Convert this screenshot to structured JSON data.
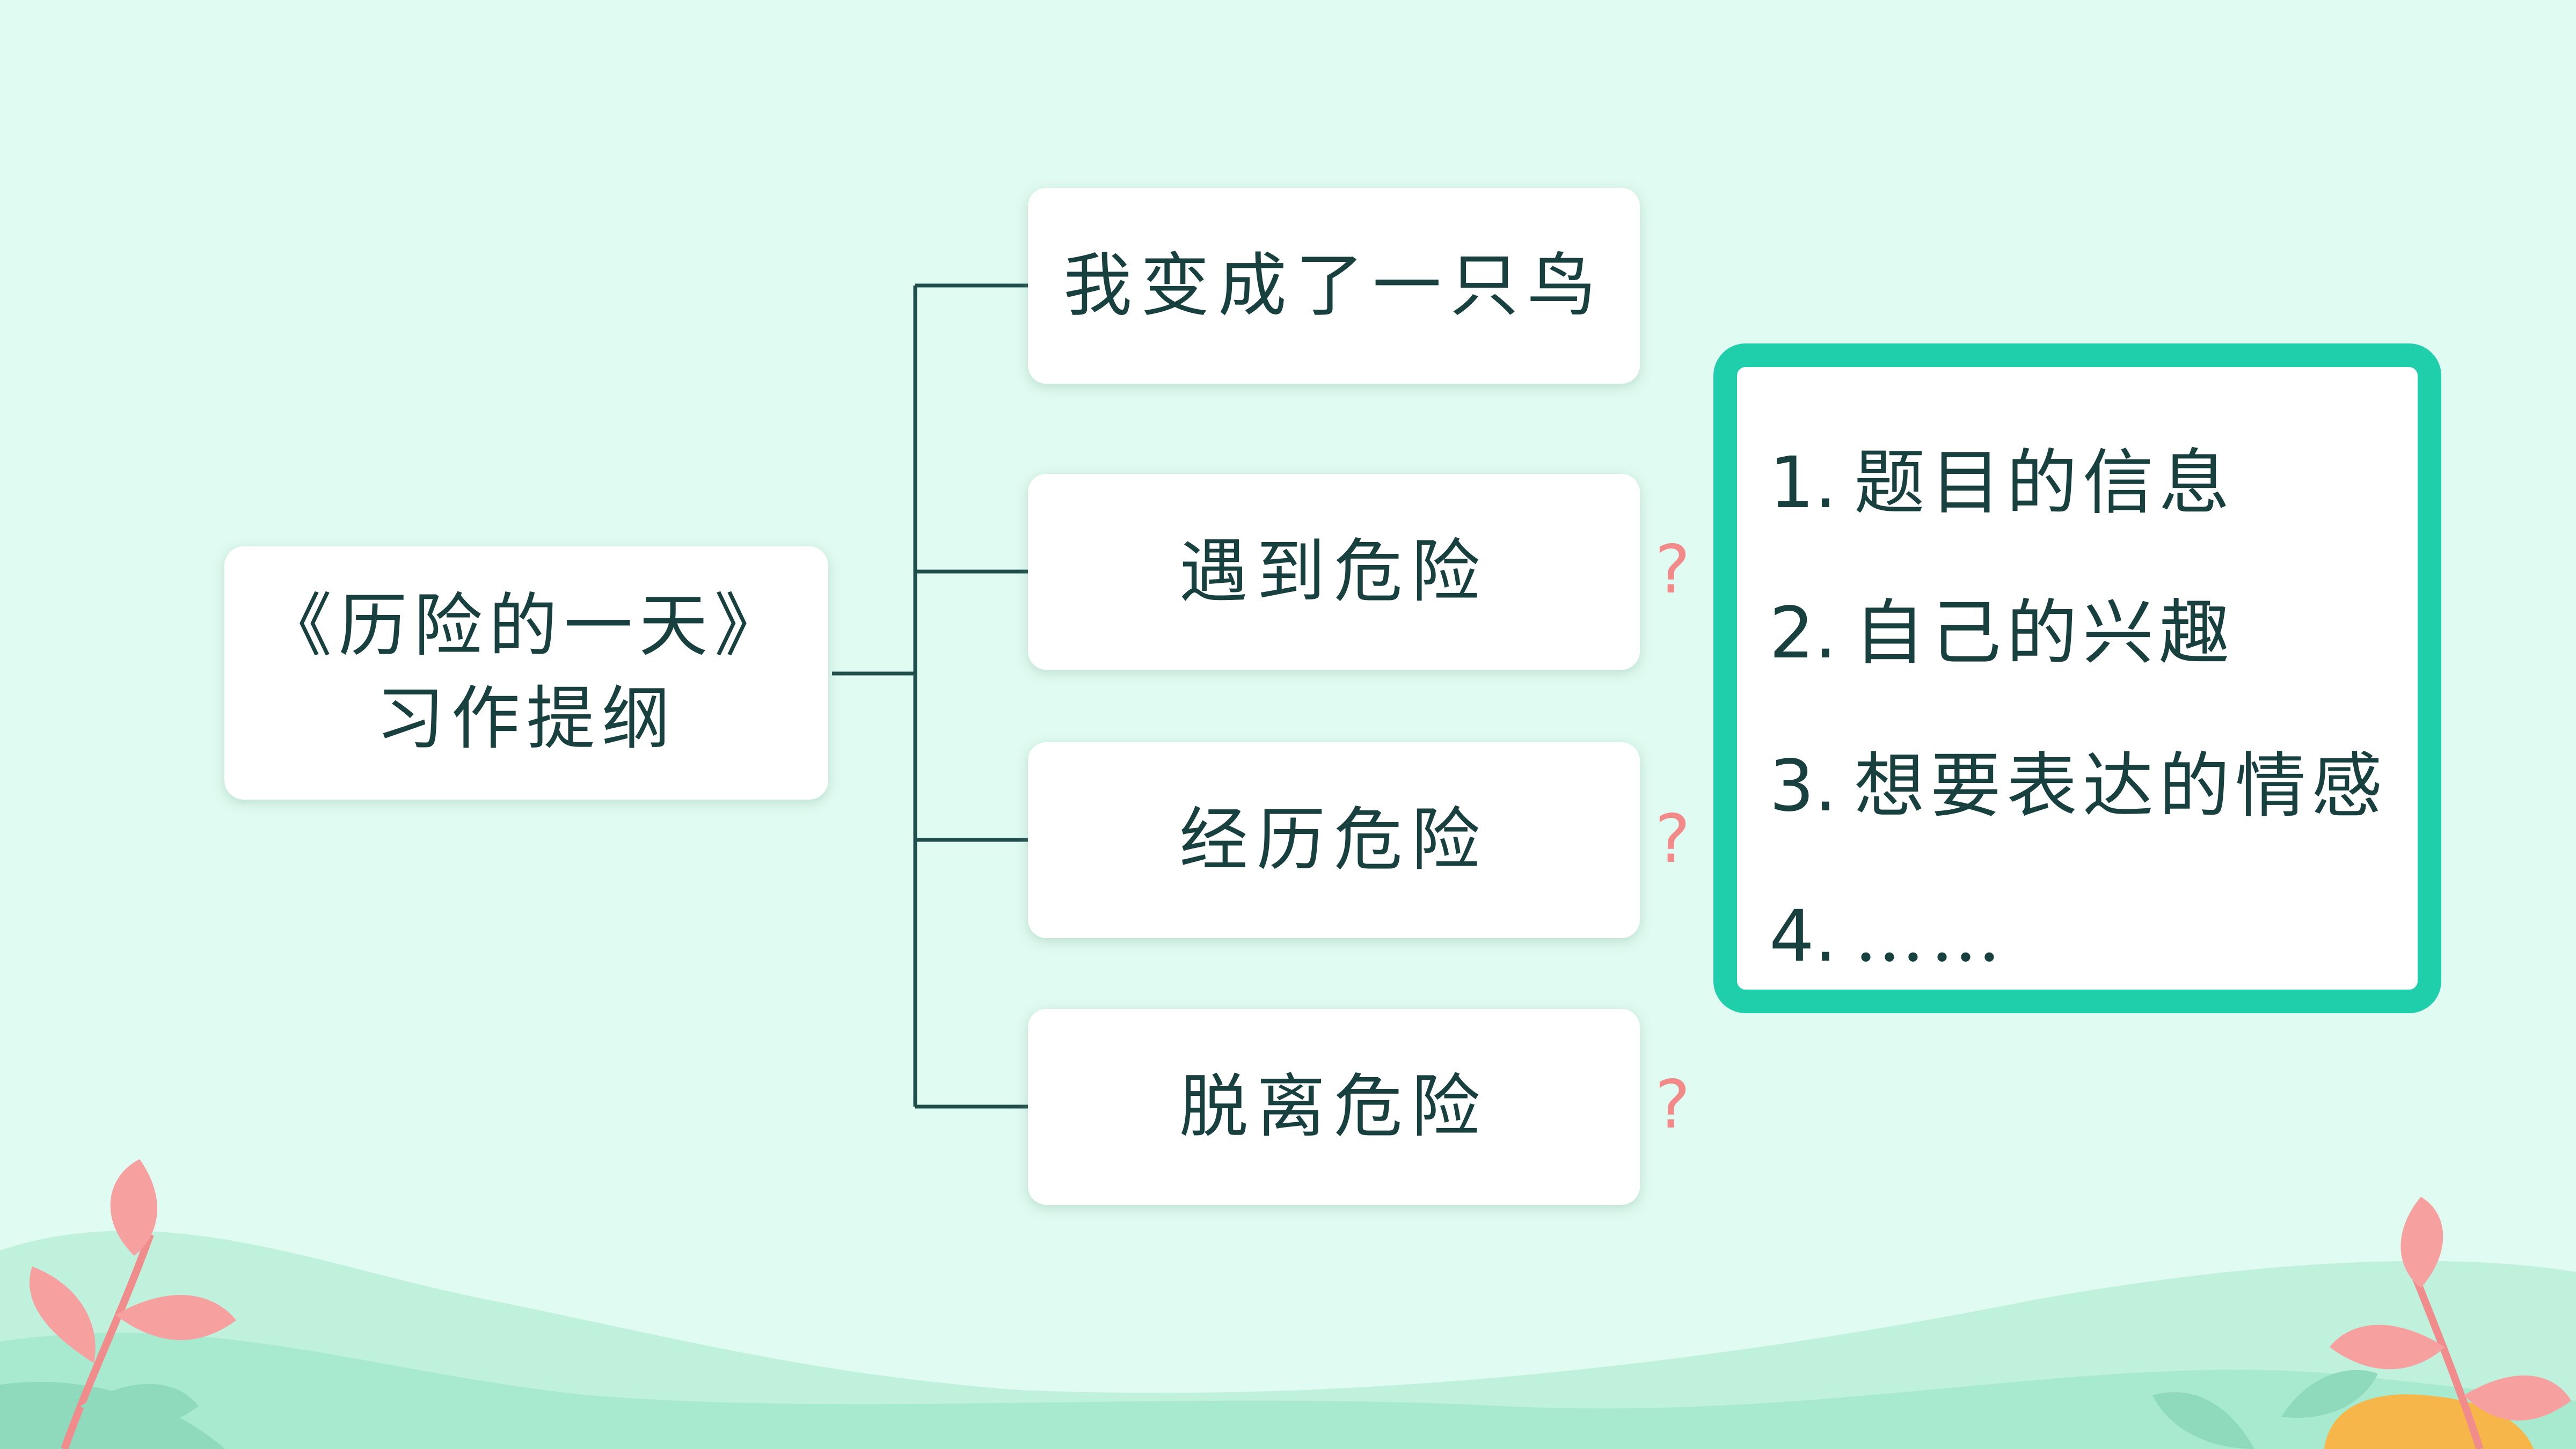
{
  "root": {
    "title_line1": "《历险的一天》",
    "title_line2": "习作提纲"
  },
  "branches": [
    {
      "label": "我变成了一只鸟",
      "has_question": false
    },
    {
      "label": "遇到危险",
      "has_question": true
    },
    {
      "label": "经历危险",
      "has_question": true
    },
    {
      "label": "脱离危险",
      "has_question": true
    }
  ],
  "question_mark": "?",
  "info_box": {
    "items": [
      {
        "num": "1.",
        "text": "题目的信息"
      },
      {
        "num": "2.",
        "text": "自己的兴趣"
      },
      {
        "num": "3.",
        "text": "想要表达的情感"
      },
      {
        "num": "4.",
        "text": "……"
      }
    ]
  },
  "colors": {
    "background": "#e0fbf1",
    "connector": "#1f4d4a",
    "text": "#17403f",
    "question": "#f28a8a",
    "box_border": "#1fcfab",
    "leaf_pink": "#f7a0a0",
    "leaf_green": "#8fd9bd",
    "hill_light": "#bff1dc",
    "hill_mid": "#a7ead0",
    "accent_orange": "#f7b64a"
  }
}
